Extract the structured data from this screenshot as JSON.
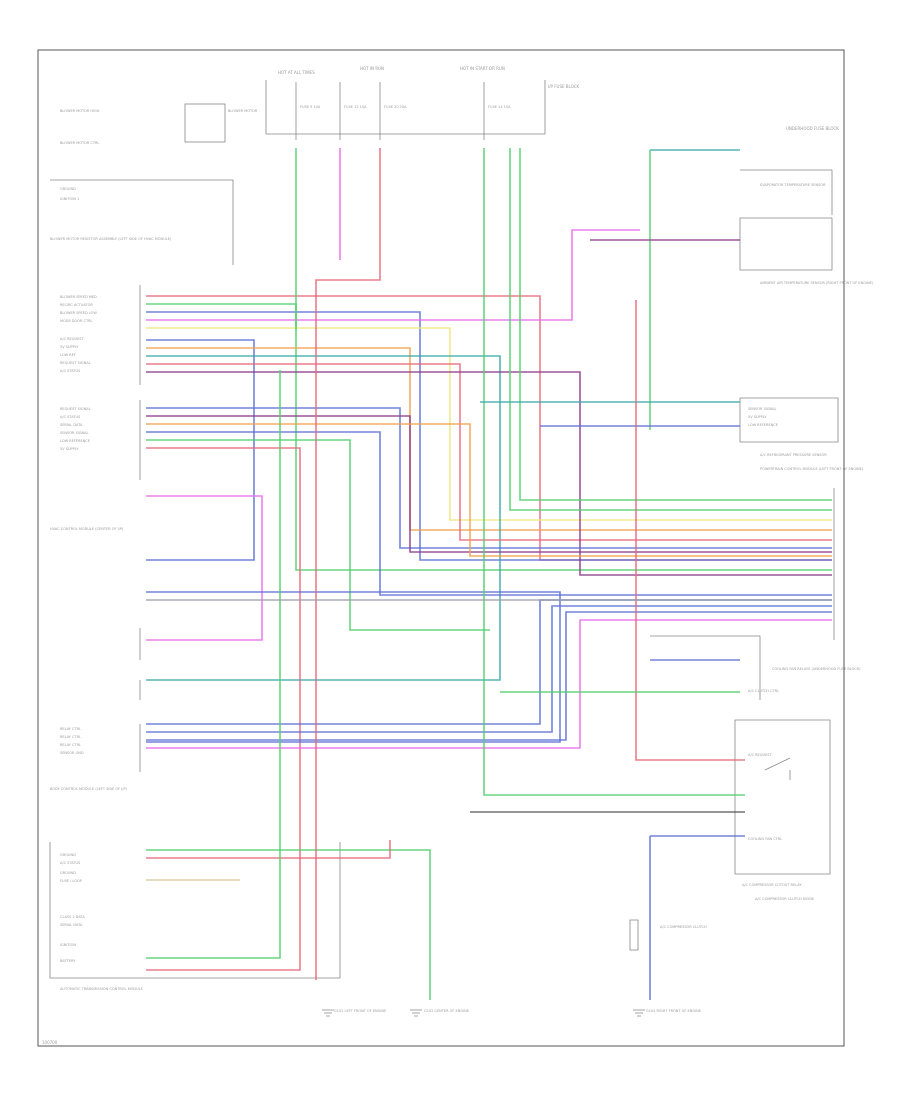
{
  "diagram": {
    "page_id": "100700",
    "top_labels": {
      "hot_all": "HOT AT ALL TIMES",
      "hot_run": "HOT IN RUN",
      "hot_start": "HOT IN START OR RUN",
      "fuse_block": "I/P FUSE BLOCK",
      "underhood": "UNDERHOOD FUSE BLOCK"
    },
    "fuses": [
      "FUSE 9 10A",
      "FUSE 12 15A",
      "FUSE 20 20A",
      "FUSE 14 10A"
    ],
    "blocks": {
      "blower_motor": "BLOWER MOTOR",
      "blower_resistor": "BLOWER MOTOR RESISTOR ASSEMBLY (LEFT SIDE OF HVAC MODULE)",
      "hvac_control": "HVAC CONTROL MODULE (CENTER OF I/P)",
      "body_control": "BODY CONTROL MODULE (LEFT SIDE OF I/P)",
      "pcm": "POWERTRAIN CONTROL MODULE (LEFT FRONT OF ENGINE)",
      "ac_compressor_clutch": "A/C COMPRESSOR CLUTCH",
      "ac_pressure_sensor": "A/C REFRIGERANT PRESSURE SENSOR",
      "evap_temp_sensor": "EVAPORATOR TEMPERATURE SENSOR",
      "ambient_temp_sensor": "AMBIENT AIR TEMPERATURE SENSOR (RIGHT FRONT OF ENGINE)",
      "ac_cutout_relay": "A/C COMPRESSOR CUTOUT RELAY",
      "ac_clutch_diode": "A/C COMPRESSOR CLUTCH DIODE",
      "cooling_fan_relays": "COOLING FAN RELAYS (UNDERHOOD FUSE BLOCK)",
      "g_left": "G101 LEFT FRONT OF ENGINE",
      "g_center": "G102 CENTER OF ENGINE",
      "g_right": "G104 RIGHT FRONT OF ENGINE",
      "tcm": "AUTOMATIC TRANSMISSION CONTROL MODULE"
    },
    "hvac_pins": [
      "BLOWER MOTOR HIGH",
      "BLOWER MOTOR CTRL",
      "GROUND",
      "IGNITION 1",
      "BLOWER SPEED MED",
      "RECIRC ACTUATOR",
      "BLOWER SPEED LOW",
      "MODE DOOR CTRL",
      "A/C REQUEST",
      "5V SUPPLY",
      "LOW REF",
      "REQUEST SIGNAL",
      "A/C STATUS"
    ],
    "bcm_pins": [
      "REQUEST SIGNAL",
      "A/C STATUS",
      "SERIAL DATA",
      "SENSOR SIGNAL",
      "LOW REFERENCE",
      "5V SUPPLY",
      "RELAY CTRL",
      "RELAY CTRL",
      "RELAY CTRL",
      "SENSOR GND"
    ],
    "tcm_pins": [
      "GROUND",
      "A/C STATUS",
      "GROUND",
      "FUSE / LOOP",
      "CLASS 2 DATA",
      "SERIAL DATA",
      "IGNITION",
      "BATTERY"
    ],
    "right_pins": [
      "SENSOR SIGNAL",
      "5V SUPPLY",
      "LOW REFERENCE",
      "A/C CLUTCH CTRL",
      "A/C REQUEST",
      "COOLING FAN CTRL"
    ],
    "wire_colors": {
      "red": "#e8667a",
      "green": "#4fcf6a",
      "blue": "#5a6fd6",
      "yellow": "#eee67a",
      "orange": "#f0a04a",
      "magenta": "#e86ae8",
      "purple": "#8a3a8a",
      "teal": "#3aa8a8",
      "grey": "#9aa0a8",
      "tan": "#d8c79a",
      "dark": "#5a5a5a"
    }
  }
}
